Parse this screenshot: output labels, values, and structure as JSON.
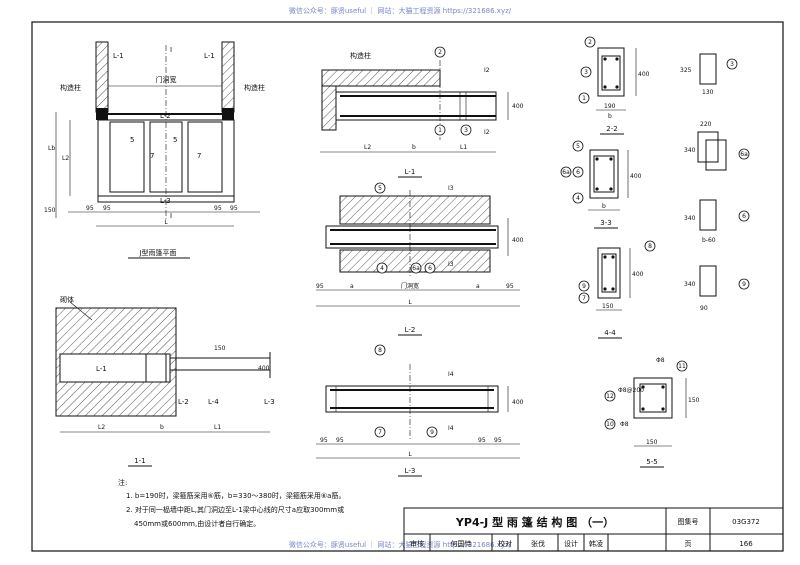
{
  "watermark_top": "微信公众号：豚贤useful ｜ 网站：大猫工程资源 https://321686.xyz/",
  "watermark_bottom": "微信公众号：豚贤useful ｜ 网站：大猫工程资源 https://321686.xyz/",
  "plan": {
    "title": "J型雨篷平面",
    "labels": {
      "l1_left": "L-1",
      "l1_right": "L-1",
      "col_left": "构造柱",
      "col_right": "构造柱",
      "door_width": "门洞宽",
      "l2": "L-2",
      "l3": "L-3",
      "five_a": "5",
      "five_b": "5",
      "i_top": "I",
      "i_bottom": "I",
      "seven_a": "7",
      "seven_b": "7",
      "lb": "Lb",
      "l": "L",
      "l2dim": "L2",
      "d150": "150",
      "d95_1": "95",
      "d95_2": "95",
      "d95_3": "95",
      "d95_4": "95",
      "lbottom": "L"
    }
  },
  "sec11": {
    "title": "1-1",
    "labels": {
      "wall": "砌体",
      "l1": "L-1",
      "l2": "L-2",
      "l4": "L-4",
      "l3": "L-3",
      "d150": "150",
      "d400": "400",
      "l2dim": "L2",
      "b": "b",
      "l1dim": "L1"
    }
  },
  "l1": {
    "title": "L-1",
    "labels": {
      "col": "构造柱",
      "n2": "2",
      "n1": "1",
      "n3": "3",
      "d400": "400",
      "l2": "L2",
      "b": "b",
      "l1": "L1",
      "i_top": "I2",
      "i_bottom": "I2"
    }
  },
  "l2": {
    "title": "L-2",
    "labels": {
      "n5": "5",
      "n4": "4",
      "n6a": "6a",
      "n6": "6",
      "d400": "400",
      "d95a": "95",
      "a1": "a",
      "door": "门洞宽",
      "a2": "a",
      "d95b": "95",
      "l": "L",
      "i_top": "I3",
      "i_bottom": "I3"
    }
  },
  "l3": {
    "title": "L-3",
    "labels": {
      "n8": "8",
      "n7": "7",
      "n9": "9",
      "d400": "400",
      "d95a": "95",
      "d95b": "95",
      "d95c": "95",
      "d95d": "95",
      "l": "L",
      "i_top": "I4",
      "i_bottom": "I4"
    }
  },
  "s22": {
    "title": "2-2",
    "labels": {
      "n2": "2",
      "n3": "3",
      "n1": "1",
      "d400": "400",
      "d190": "190",
      "b": "b"
    }
  },
  "s33": {
    "title": "3-3",
    "labels": {
      "n5": "5",
      "n6a": "6a",
      "n6": "6",
      "n4": "4",
      "d400": "400",
      "b": "b"
    }
  },
  "s44": {
    "title": "4-4",
    "labels": {
      "n8": "8",
      "n9": "9",
      "n7": "7",
      "d400": "400",
      "d150": "150"
    }
  },
  "s55": {
    "title": "5-5",
    "labels": {
      "phi8a": "Φ8",
      "n11": "11",
      "n12": "12",
      "phi8at": "Φ8@200",
      "n10": "10",
      "phi8b": "Φ8",
      "d150v": "150",
      "d150h": "150"
    }
  },
  "bars": {
    "b3": {
      "w": "130",
      "h": "325",
      "n": "3"
    },
    "b6a": {
      "w": "220",
      "h": "340",
      "n": "6a"
    },
    "b6": {
      "w": "b-60",
      "h": "340",
      "n": "6"
    },
    "b9": {
      "w": "90",
      "h": "340",
      "n": "9"
    }
  },
  "notes": {
    "head": "注:",
    "line1": "1. b=190时，梁箍筋采用⑥筋，b=330～380时，梁箍筋采用⑥a筋。",
    "line2": "2. 对于同一榀墙中距L,其门洞边至L-1梁中心线的尺寸a应取300mm或",
    "line3": "450mm或600mm,由设计者自行确定。"
  },
  "titleblock": {
    "title": "YP4-J 型 雨 篷 结 构 图 （一）",
    "atlas_label": "图集号",
    "atlas_no": "03G372",
    "review_label": "审核",
    "review_name": "何国恃",
    "check_label": "校对",
    "check_name": "张伐",
    "design_label": "设计",
    "design_name": "韩凌",
    "page_label": "页",
    "page_no": "166"
  }
}
